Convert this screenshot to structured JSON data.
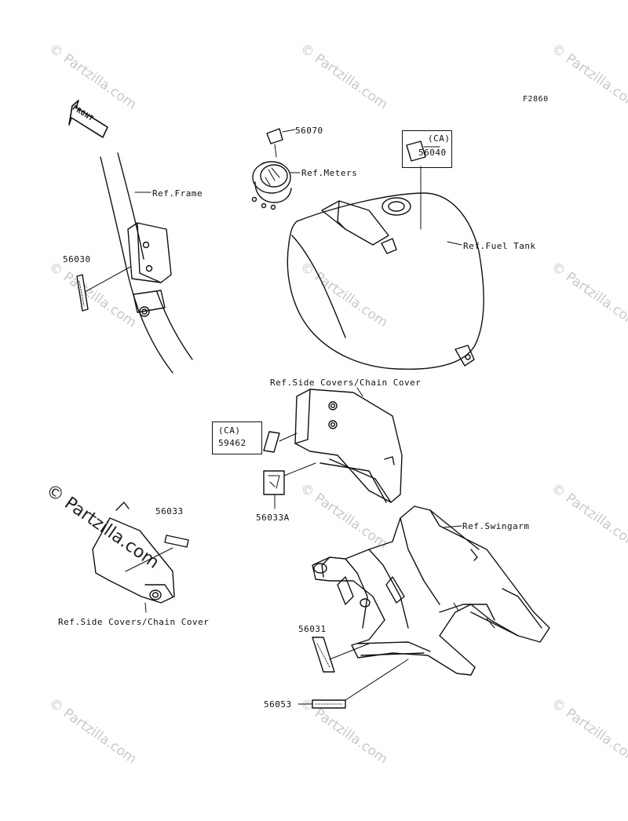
{
  "figure_code": "F2860",
  "labels": {
    "front": "FRONT",
    "ref_frame": "Ref.Frame",
    "p56030": "56030",
    "p56070": "56070",
    "ref_meters": "Ref.Meters",
    "ca_1": "(CA)",
    "p56040": "56040",
    "ref_fuel_tank": "Ref.Fuel Tank",
    "ref_side_covers_top": "Ref.Side Covers/Chain Cover",
    "ca_2": "(CA)",
    "p59462": "59462",
    "p56033a": "56033A",
    "p56033": "56033",
    "ref_side_covers_left": "Ref.Side Covers/Chain Cover",
    "ref_swingarm": "Ref.Swingarm",
    "p56031": "56031",
    "p56053": "56053"
  },
  "watermark": {
    "text": "© Partzilla.com",
    "prominent_text": "© Partzilla.com"
  },
  "colors": {
    "line": "#111111",
    "watermark": "#c9c9c9"
  }
}
